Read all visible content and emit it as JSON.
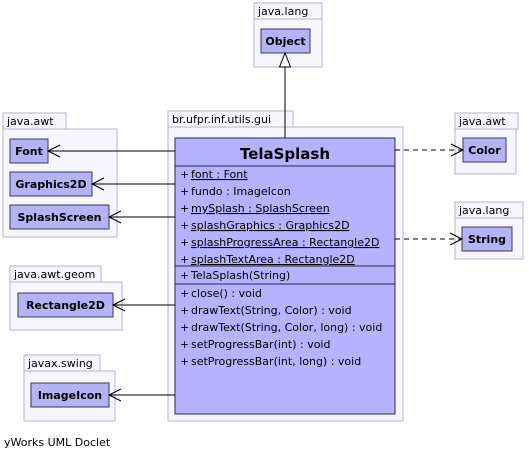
{
  "packages": {
    "java_lang_top": "java.lang",
    "java_awt_left": "java.awt",
    "java_awt_geom": "java.awt.geom",
    "javax_swing": "javax.swing",
    "java_awt_right": "java.awt",
    "java_lang_right": "java.lang",
    "main": "br.ufpr.inf.utils.gui"
  },
  "classes": {
    "object": "Object",
    "font": "Font",
    "graphics2d": "Graphics2D",
    "splashscreen": "SplashScreen",
    "rectangle2d": "Rectangle2D",
    "imageicon": "ImageIcon",
    "color": "Color",
    "string": "String"
  },
  "main_class": {
    "name": "TelaSplash",
    "attributes": [
      {
        "vis": "+",
        "text": "font : Font",
        "static": true
      },
      {
        "vis": "+",
        "text": "fundo : ImageIcon",
        "static": false
      },
      {
        "vis": "+",
        "text": "mySplash : SplashScreen",
        "static": true
      },
      {
        "vis": "+",
        "text": "splashGraphics : Graphics2D",
        "static": true
      },
      {
        "vis": "+",
        "text": "splashProgressArea : Rectangle2D",
        "static": true
      },
      {
        "vis": "+",
        "text": "splashTextArea : Rectangle2D",
        "static": true
      }
    ],
    "constructors": [
      {
        "vis": "+",
        "text": "TelaSplash(String)",
        "static": false
      }
    ],
    "methods": [
      {
        "vis": "+",
        "text": "close() : void",
        "static": false
      },
      {
        "vis": "+",
        "text": "drawText(String, Color) : void",
        "static": false
      },
      {
        "vis": "+",
        "text": "drawText(String, Color, long) : void",
        "static": false
      },
      {
        "vis": "+",
        "text": "setProgressBar(int) : void",
        "static": false
      },
      {
        "vis": "+",
        "text": "setProgressBar(int, long) : void",
        "static": false
      }
    ]
  },
  "footer": "yWorks UML Doclet",
  "colors": {
    "package_fill": "#f2f2fa",
    "package_stroke": "#a8a8c8",
    "class_fill": "#b3b3f8",
    "class_stroke": "#2a2a44",
    "main_fill": "#b3b3ff"
  }
}
